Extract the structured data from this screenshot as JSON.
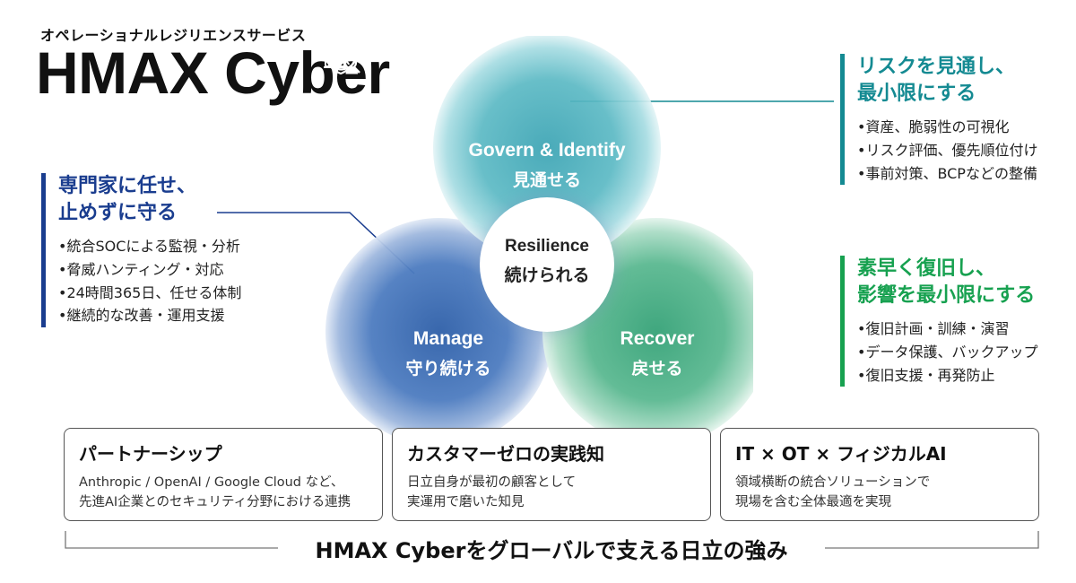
{
  "header": {
    "subtitle": "オペレーショナルレジリエンスサービス",
    "brand": "HMAX Cyber"
  },
  "venn": {
    "center": {
      "en": "Resilience",
      "jp": "続けられる"
    },
    "govern": {
      "en": "Govern & Identify",
      "jp": "見通せる",
      "icon": "chart-magnifier-icon"
    },
    "manage": {
      "en": "Manage",
      "jp": "守り続ける",
      "icon": "shield-user-icon"
    },
    "recover": {
      "en": "Recover",
      "jp": "戻せる",
      "icon": "history-clock-icon"
    },
    "colors": {
      "govern": "#4fb0bd",
      "manage": "#3f6fb3",
      "recover": "#44ad84"
    }
  },
  "callouts": {
    "left": {
      "heading_line1": "専門家に任せ、",
      "heading_line2": "止めずに守る",
      "items": [
        "•統合SOCによる監視・分析",
        "•脅威ハンティング・対応",
        "•24時間365日、任せる体制",
        "•継続的な改善・運用支援"
      ]
    },
    "right_top": {
      "heading_line1": "リスクを見通し、",
      "heading_line2": "最小限にする",
      "items": [
        "•資産、脆弱性の可視化",
        "•リスク評価、優先順位付け",
        "•事前対策、BCPなどの整備"
      ]
    },
    "right_bottom": {
      "heading_line1": "素早く復旧し、",
      "heading_line2": "影響を最小限にする",
      "items": [
        "•復旧計画・訓練・演習",
        "•データ保護、バックアップ",
        "•復旧支援・再発防止"
      ]
    }
  },
  "strengths": [
    {
      "title": "パートナーシップ",
      "desc_line1": "Anthropic / OpenAI / Google Cloud など、",
      "desc_line2": "先進AI企業とのセキュリティ分野における連携"
    },
    {
      "title": "カスタマーゼロの実践知",
      "desc_line1": "日立自身が最初の顧客として",
      "desc_line2": "実運用で磨いた知見"
    },
    {
      "title": "IT × OT × フィジカルAI",
      "desc_line1": "領域横断の統合ソリューションで",
      "desc_line2": "現場を含む全体最適を実現"
    }
  ],
  "footer": {
    "title": "HMAX Cyberをグローバルで支える日立の強み"
  }
}
